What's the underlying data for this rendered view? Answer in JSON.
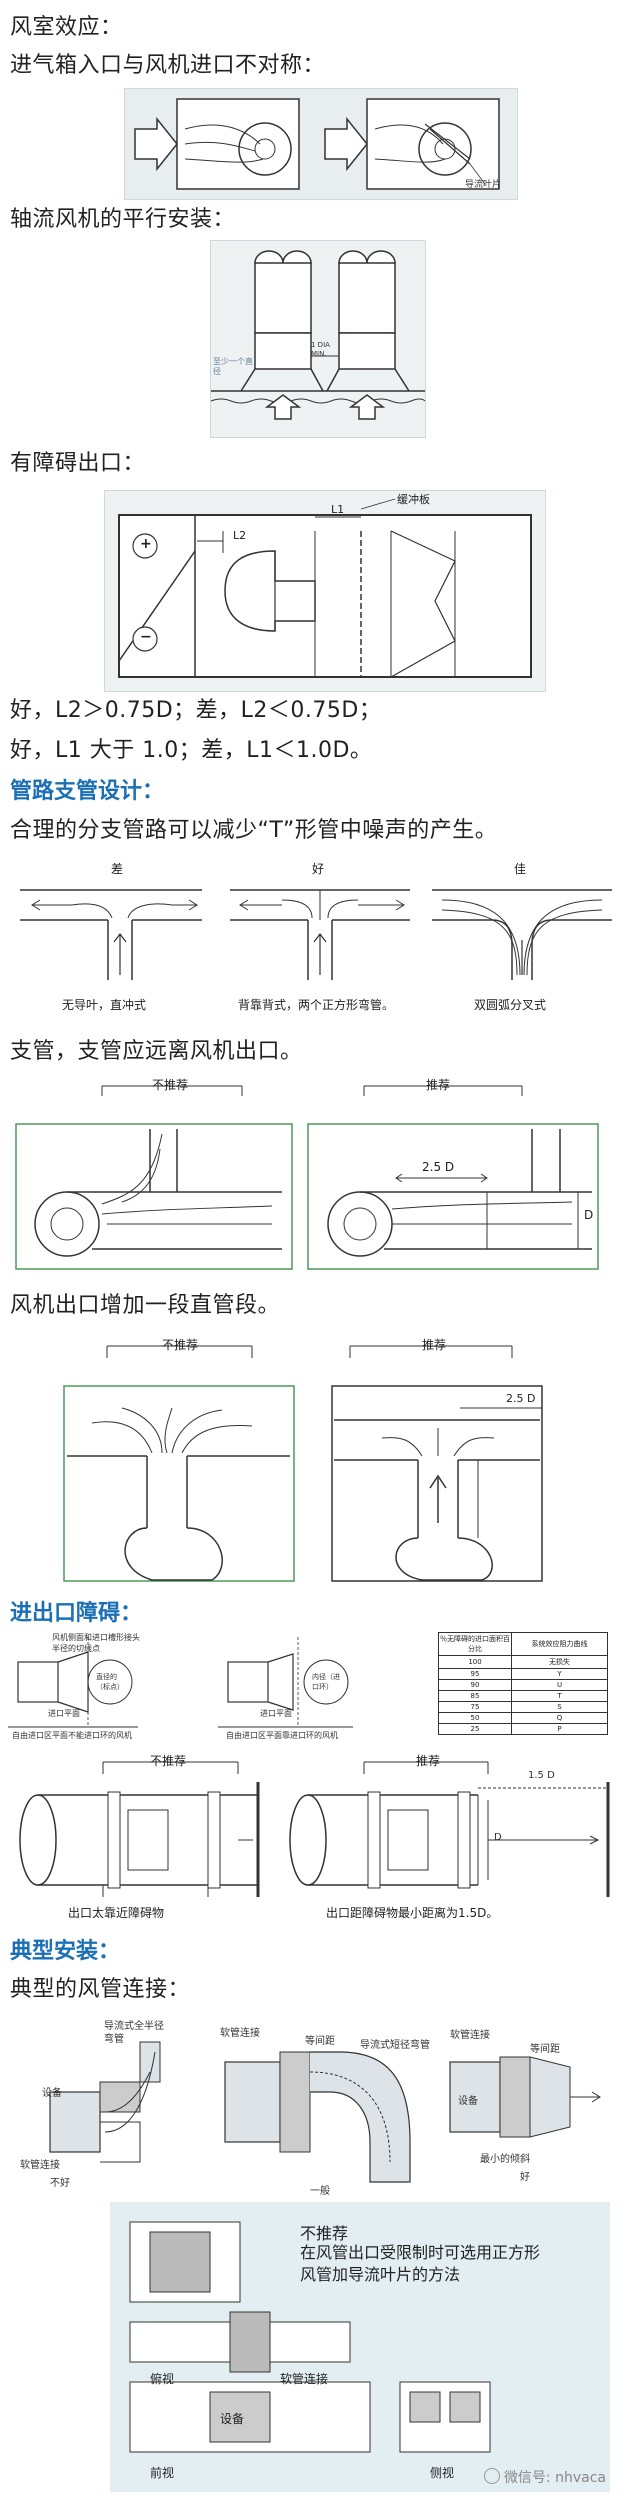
{
  "sections": {
    "fan_room_effect": "风室效应：",
    "inlet_asym": "进气箱入口与风机进口不对称：",
    "axial_parallel": "轴流风机的平行安装：",
    "obstructed_outlet": "有障碍出口：",
    "rule_L2": "好，L2＞0.75D；差，L2＜0.75D；",
    "rule_L1": "好，L1 大于 1.0；差，L1＜1.0D。",
    "branch_design": "管路支管设计：",
    "branch_desc": "合理的分支管路可以减少“T”形管中噪声的产生。",
    "branch_far": "支管，支管应远离风机出口。",
    "straight_add": "风机出口增加一段直管段。",
    "inlet_obstacle": "进出口障碍：",
    "typical_install": "典型安装：",
    "typical_duct": "典型的风管连接："
  },
  "fig_inlet": {
    "label": "导流叶片"
  },
  "fig_axial": {
    "note": "至少一个直径",
    "dim": "1 DIA MIN."
  },
  "fig_outlet": {
    "buffer": "缓冲板",
    "l2": "L2",
    "l1": "L1",
    "plus": "+",
    "minus": "−"
  },
  "fig_tee": {
    "titles": [
      "差",
      "好",
      "佳"
    ],
    "captions": [
      "无导叶，直冲式",
      "背靠背式，两个正方形弯管。",
      "双圆弧分叉式"
    ]
  },
  "fig_branch": {
    "bad": "不推荐",
    "good": "推荐",
    "dim": "2.5 D",
    "d": "D"
  },
  "fig_straight": {
    "bad": "不推荐",
    "good": "推荐",
    "dim": "2.5 D"
  },
  "fig_inlet_obs": {
    "left_note": "风机侧面和进口槽形接头半径的切线点",
    "left_circle": "直径的（标点）",
    "left_plane": "进口平面",
    "left_cap": "自由进口区平面不能进口环的风机",
    "mid_circle": "内径（进口环）",
    "mid_plane": "进口平面",
    "mid_cap": "自由进口区平面靠进口环的风机",
    "table_h1": "％无障碍的进口面积百分比",
    "table_h2": "系统效应阻力曲线",
    "rows": [
      [
        "100",
        "无损失"
      ],
      [
        "95",
        "Y"
      ],
      [
        "90",
        "U"
      ],
      [
        "85",
        "T"
      ],
      [
        "75",
        "S"
      ],
      [
        "50",
        "Q"
      ],
      [
        "25",
        "P"
      ]
    ]
  },
  "fig_axial_obs": {
    "bad": "不推荐",
    "good": "推荐",
    "dim": "1.5 D",
    "d": "D",
    "bad_cap": "出口太靠近障碍物",
    "good_cap": "出口距障碍物最小距离为1.5D。"
  },
  "fig_typical": {
    "guide_full": "导流式全半径弯管",
    "soft1": "软管连接",
    "equip": "设备",
    "bad": "不好",
    "equal": "等间距",
    "guide_short": "导流式短径弯管",
    "soft2": "软管连接",
    "general": "一般",
    "soft3": "软管连接",
    "equal2": "等间距",
    "equip3": "设备",
    "min_tilt": "最小的倾斜",
    "good": "好"
  },
  "fig_bottom": {
    "title1": "不推荐",
    "title2": "在风管出口受限制时可选用正方形风管加导流叶片的方法",
    "top_view": "俯视",
    "soft": "软管连接",
    "equip": "设备",
    "front": "前视",
    "side": "侧视"
  },
  "watermark": "微信号: nhvaca",
  "colors": {
    "heading": "#1a6fb5",
    "panel_bg": "#e3eef3",
    "line": "#333333"
  }
}
